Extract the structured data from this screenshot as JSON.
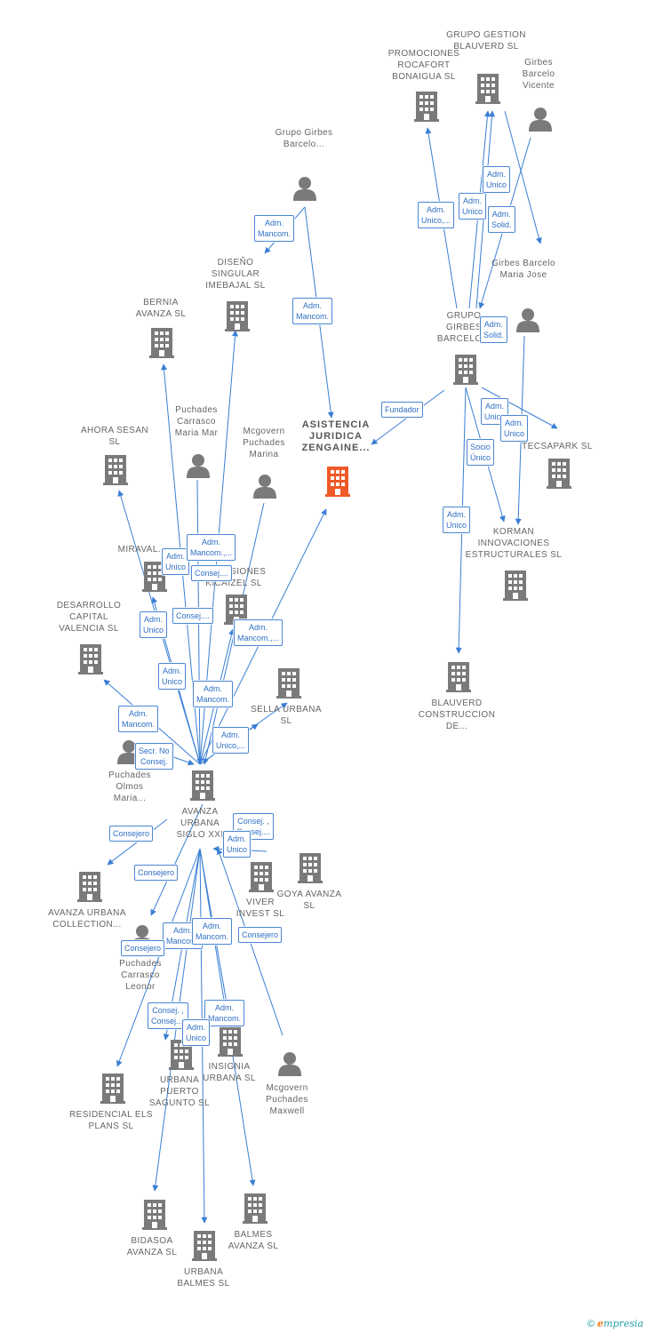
{
  "colors": {
    "edge": "#3a7fd5",
    "node": "#7a7a7a",
    "highlight": "#f05a28",
    "label_border": "#4a86d4"
  },
  "footer": {
    "copyright": "©",
    "brand_e": "e",
    "brand_rest": "mpresia"
  },
  "nodes": [
    {
      "id": "asistencia",
      "type": "company",
      "main": true,
      "label": "ASISTENCIA JURIDICA ZENGAINE..."
    },
    {
      "id": "grupo_girbes_barcelo_p",
      "type": "person",
      "label": "Grupo Girbes Barcelo..."
    },
    {
      "id": "diseno",
      "type": "company",
      "label": "DISEÑO SINGULAR IMEBAJAL SL"
    },
    {
      "id": "bernia",
      "type": "company",
      "label": "BERNIA AVANZA SL"
    },
    {
      "id": "puchades_carrasco_mar",
      "type": "person",
      "label": "Puchades Carrasco Maria Mar"
    },
    {
      "id": "mcgovern_marina",
      "type": "person",
      "label": "Mcgovern Puchades Marina"
    },
    {
      "id": "ahora_sesan",
      "type": "company",
      "label": "AHORA SESAN SL"
    },
    {
      "id": "miraval",
      "type": "company",
      "label": "MIRAVAL..."
    },
    {
      "id": "inversiones_kicaizel",
      "type": "company",
      "label": "INVERSIONES KICAIZEL SL"
    },
    {
      "id": "desarrollo",
      "type": "company",
      "label": "DESARROLLO CAPITAL VALENCIA SL"
    },
    {
      "id": "sella",
      "type": "company",
      "label": "SELLA URBANA SL"
    },
    {
      "id": "puchades_olmos",
      "type": "person",
      "label": "Puchades Olmos Maria..."
    },
    {
      "id": "avanza_siglo",
      "type": "company",
      "label": "AVANZA URBANA SIGLO XXI"
    },
    {
      "id": "avanza_collection",
      "type": "company",
      "label": "AVANZA URBANA COLLECTION..."
    },
    {
      "id": "viver",
      "type": "company",
      "label": "VIVER INVEST SL"
    },
    {
      "id": "goya",
      "type": "company",
      "label": "GOYA AVANZA SL"
    },
    {
      "id": "puchades_carrasco_leonor",
      "type": "person",
      "label": "Puchades Carrasco Leonor"
    },
    {
      "id": "urbana_puerto",
      "type": "company",
      "label": "URBANA PUERTO SAGUNTO SL"
    },
    {
      "id": "insignia",
      "type": "company",
      "label": "INSIGNIA URBANA SL"
    },
    {
      "id": "mcgovern_maxwell",
      "type": "person",
      "label": "Mcgovern Puchades Maxwell"
    },
    {
      "id": "residencial",
      "type": "company",
      "label": "RESIDENCIAL ELS PLANS SL"
    },
    {
      "id": "bidasoa",
      "type": "company",
      "label": "BIDASOA AVANZA SL"
    },
    {
      "id": "urbana_balmes",
      "type": "company",
      "label": "URBANA BALMES SL"
    },
    {
      "id": "balmes_avanza",
      "type": "company",
      "label": "BALMES AVANZA SL"
    },
    {
      "id": "promociones",
      "type": "company",
      "label": "PROMOCIONES ROCAFORT BONAIGUA SL"
    },
    {
      "id": "grupo_gestion",
      "type": "company",
      "label": "GRUPO GESTION BLAUVERD SL"
    },
    {
      "id": "girbes_vicente",
      "type": "person",
      "label": "Girbes Barcelo Vicente"
    },
    {
      "id": "girbes_jose",
      "type": "person",
      "label": "Girbes Barcelo Maria Jose"
    },
    {
      "id": "grupo_girbes",
      "type": "company",
      "label": "GRUPO GIRBES BARCELO..."
    },
    {
      "id": "tecsapark",
      "type": "company",
      "label": "TECSAPARK SL"
    },
    {
      "id": "korman",
      "type": "company",
      "label": "KORMAN INNOVACIONES ESTRUCTURALES SL"
    },
    {
      "id": "blauverd",
      "type": "company",
      "label": "BLAUVERD CONSTRUCCION DE..."
    }
  ],
  "roles": [
    "Adm. Mancom.",
    "Adm. Mancom.",
    "Fundador",
    "Adm. Unico",
    "Adm. Mancom.,...",
    "Consej....",
    "Adm. Unico",
    "Consej....",
    "Adm. Mancom.,...",
    "Adm. Unico",
    "Adm. Mancom.",
    "Adm. Mancom.",
    "Secr. No Consej.",
    "Adm. Unico,...",
    "Consejero",
    "Consej. , Consej....",
    "Adm. Unico",
    "Consejero",
    "Adm. Mancom.",
    "Consejero",
    "Adm. Mancom.",
    "Consejero",
    "Consej. , Consej....",
    "Adm. Mancom.",
    "Adm. Unico",
    "Adm. Unico,...",
    "Adm. Unico",
    "Adm. Unico",
    "Adm. Solid.",
    "Adm. Solid.",
    "Adm. Unico",
    "Adm. Unico",
    "Socio Único",
    "Adm. Unico"
  ]
}
